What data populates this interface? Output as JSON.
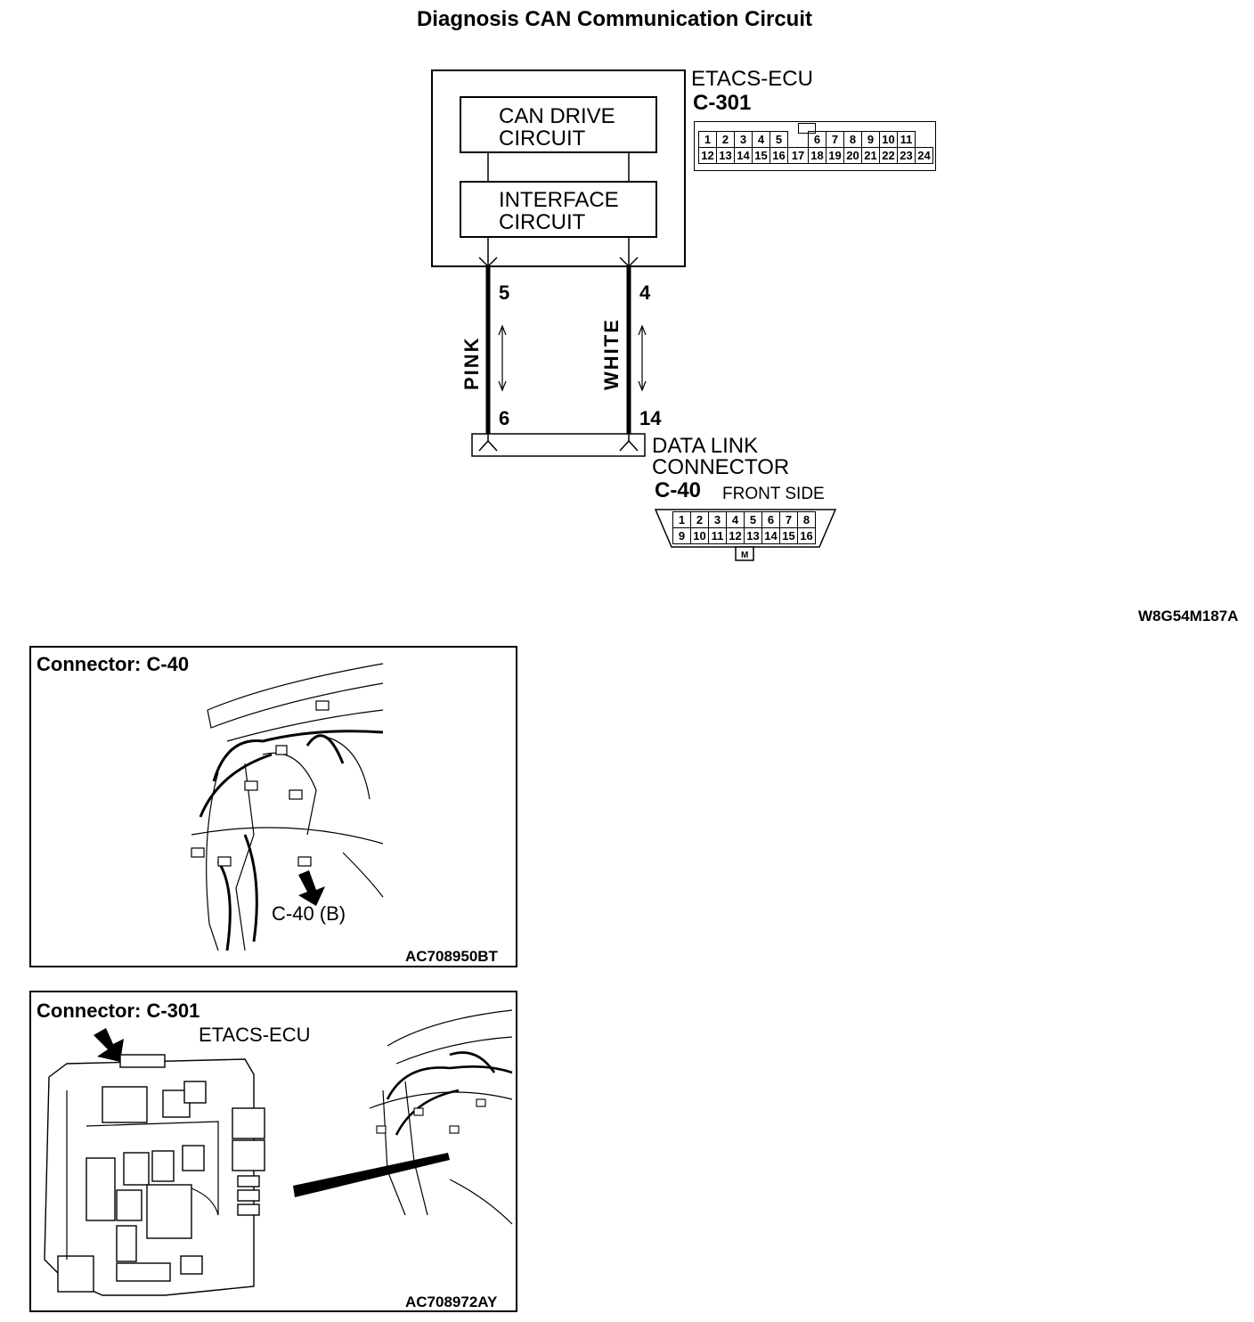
{
  "title": "Diagnosis CAN Communication Circuit",
  "ecu": {
    "name": "ETACS-ECU",
    "connector": "C-301",
    "block1": [
      "CAN DRIVE",
      "CIRCUIT"
    ],
    "block2": [
      "INTERFACE",
      "CIRCUIT"
    ],
    "pins_row1": [
      "1",
      "2",
      "3",
      "4",
      "5",
      "",
      "6",
      "7",
      "8",
      "9",
      "10",
      "11"
    ],
    "pins_row2": [
      "12",
      "13",
      "14",
      "15",
      "16",
      "17",
      "18",
      "19",
      "20",
      "21",
      "22",
      "23",
      "24"
    ]
  },
  "wires": {
    "left": {
      "color": "PINK",
      "top_pin": "5",
      "bottom_pin": "6"
    },
    "right": {
      "color": "WHITE",
      "top_pin": "4",
      "bottom_pin": "14"
    }
  },
  "dlc": {
    "name_line1": "DATA LINK",
    "name_line2": "CONNECTOR",
    "connector": "C-40",
    "side": "FRONT SIDE",
    "pins_row1": [
      "1",
      "2",
      "3",
      "4",
      "5",
      "6",
      "7",
      "8"
    ],
    "pins_row2": [
      "9",
      "10",
      "11",
      "12",
      "13",
      "14",
      "15",
      "16"
    ],
    "key": "M"
  },
  "figure_code": "W8G54M187A",
  "panel1": {
    "title": "Connector: C-40",
    "callout": "C-40 (B)",
    "code": "AC708950BT"
  },
  "panel2": {
    "title": "Connector: C-301",
    "label": "ETACS-ECU",
    "code": "AC708972AY"
  }
}
